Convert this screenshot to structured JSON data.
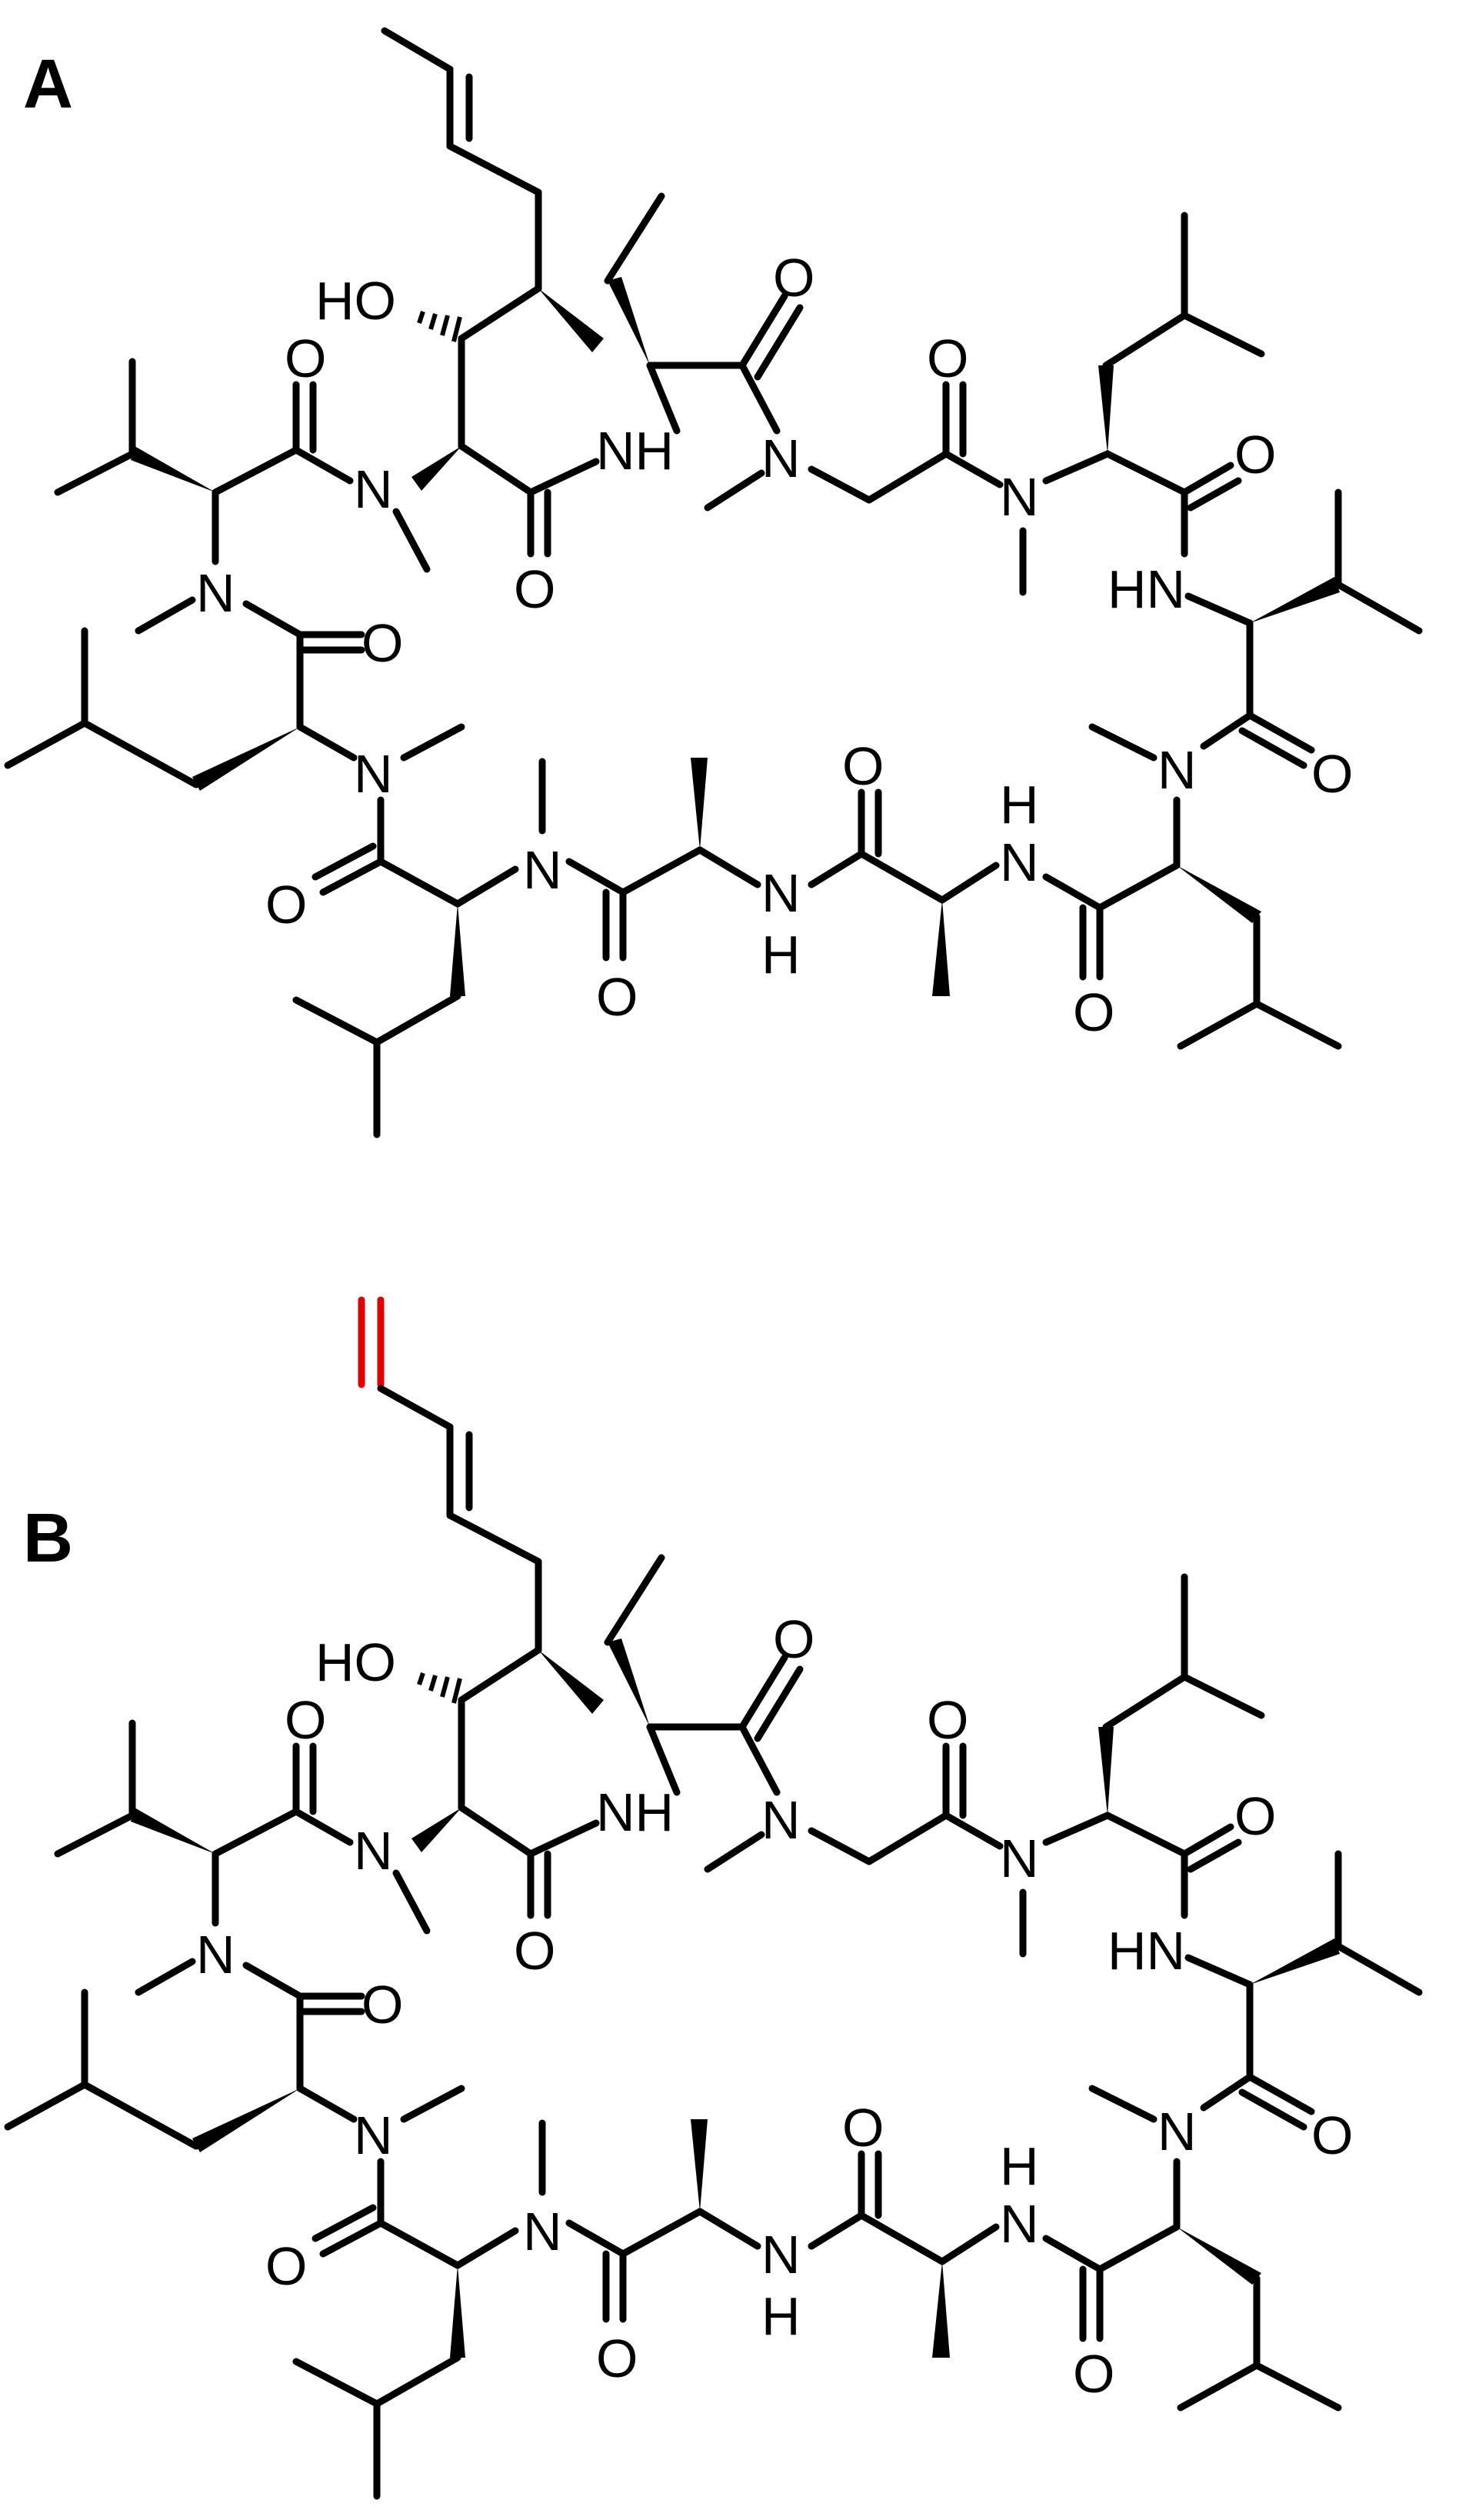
{
  "panels": [
    {
      "id": "A",
      "label": "A"
    },
    {
      "id": "B",
      "label": "B"
    }
  ],
  "atom_labels": {
    "hydroxyl": "HO",
    "oxygen": "O",
    "nitrogen": "N",
    "amide_nh": "NH",
    "amide_hn": "HN",
    "hydrogen": "H"
  },
  "colors": {
    "bond": "#000000",
    "highlight_bond": "#e00000"
  }
}
